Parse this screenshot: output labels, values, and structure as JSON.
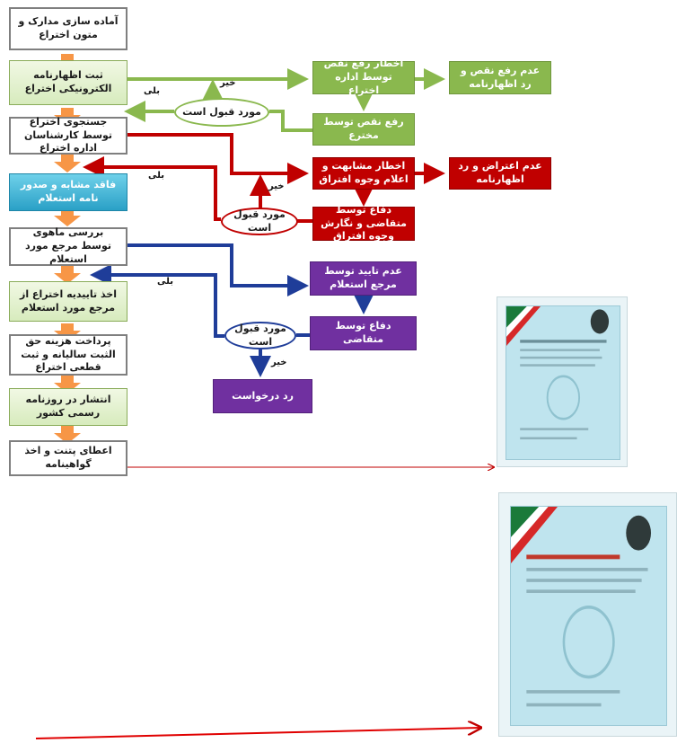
{
  "steps": {
    "prepare": "آماده سازی مدارک و متون اختراع",
    "register": "ثبت اظهارنامه الکترونیکی اختراع",
    "search": "جستجوی اختراع  توسط کارشناسان اداره اختراع",
    "no_similar": "فاقد مشابه و صدور نامه استعلام",
    "review": "بررسی ماهوی توسط مرجع مورد استعلام",
    "approval": "اخذ تاییدیه اختراع از مرجع مورد استعلام",
    "fee": "پرداخت هزینه حق الثبت سالیانه و ثبت  قطعی اختراع",
    "publish": "انتشار در روزنامه رسمی کشور",
    "grant": "اعطای پتنت و اخذ گواهینامه"
  },
  "green_branch": {
    "notice": "اخطار رفع نقص توسط اداره اختراع",
    "reject": "عدم رفع نقص و رد اظهارنامه",
    "fix": "رفع نقص توسط مخترع"
  },
  "red_branch": {
    "notice": "اخطار مشابهت و اعلام وجوه افتراق",
    "reject": "عدم اعتراض و رد اظهارنامه",
    "defense": "دفاع توسط متقاضی و نگارش وجوه افتراق"
  },
  "purple_branch": {
    "not_approved": "عدم تایید توسط مرجع استعلام",
    "defense": "دفاع توسط متقاضی",
    "reject": "رد درخواست"
  },
  "decision": "مورد قبول است",
  "yes_label": "بلی",
  "no_label": "خیر",
  "colors": {
    "arrow_orange": "#f79646",
    "green": "#8ab84e",
    "red": "#c00000",
    "purple": "#7030a0",
    "navy": "#1f3d99",
    "blue": "#2aa0c6"
  }
}
